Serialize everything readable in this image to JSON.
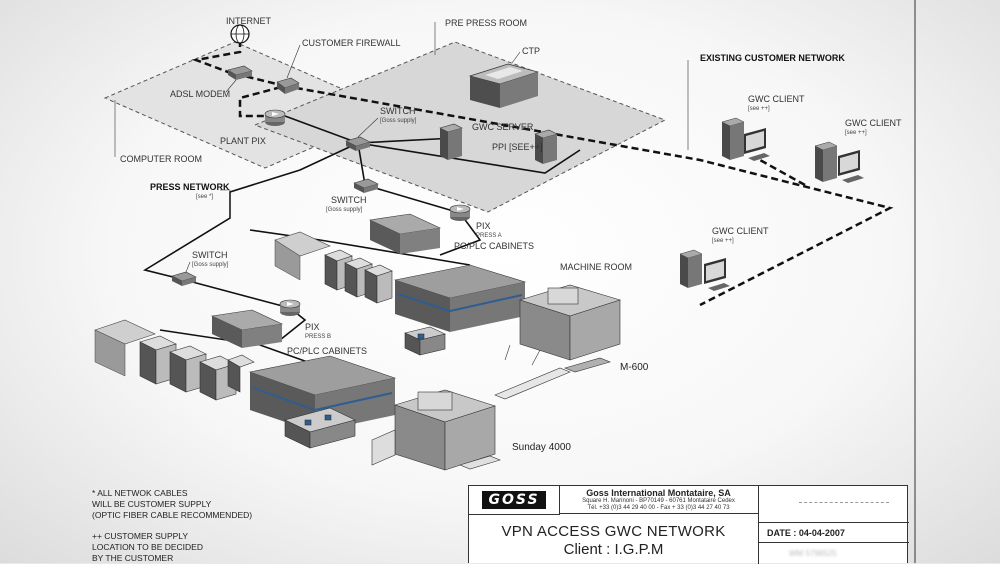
{
  "labels": {
    "internet": "INTERNET",
    "customer_firewall": "CUSTOMER FIREWALL",
    "pre_press_room": "PRE PRESS ROOM",
    "ctp": "CTP",
    "adsl_modem": "ADSL MODEM",
    "switch_top": "SWITCH",
    "switch_top_sub": "[Goss supply]",
    "plant_pix": "PLANT PIX",
    "gwc_server": "GWC SERVER",
    "ppi": "PPI [see++]",
    "computer_room": "COMPUTER ROOM",
    "existing_network": "EXISTING CUSTOMER NETWORK",
    "gwc_client_1": "GWC CLIENT",
    "gwc_client_1_sub": "[see ++]",
    "gwc_client_2": "GWC CLIENT",
    "gwc_client_2_sub": "[see ++]",
    "gwc_client_3": "GWC CLIENT",
    "gwc_client_3_sub": "[see ++]",
    "press_network": "PRESS NETWORK",
    "press_network_sub": "[see *]",
    "switch_mid": "SWITCH",
    "switch_mid_sub": "[Goss supply]",
    "pix_a": "PIX",
    "pix_a_sub": "PRESS A",
    "cabinets_a": "PC/PLC CABINETS",
    "machine_room": "MACHINE ROOM",
    "switch_low": "SWITCH",
    "switch_low_sub": "[Goss supply]",
    "pix_b": "PIX",
    "pix_b_sub": "PRESS B",
    "cabinets_b": "PC/PLC CABINETS",
    "m600": "M-600",
    "sunday": "Sunday 4000"
  },
  "notes": {
    "note1_line1": "* ALL NETWOK CABLES",
    "note1_line2": "WILL BE CUSTOMER SUPPLY",
    "note1_line3": "(OPTIC FIBER CABLE RECOMMENDED)",
    "note2_line1": "++ CUSTOMER SUPPLY",
    "note2_line2": "LOCATION TO BE DECIDED",
    "note2_line3": "BY THE CUSTOMER"
  },
  "title_block": {
    "logo": "GOSS",
    "company": "Goss International Montataire, SA",
    "address1": "Square H. Marinoni - BP70149 - 60761 Montataire Cedex",
    "address2": "Tél. +33 (0)3 44 29 40 00 - Fax + 33 (0)3 44 27 40 73",
    "title_line1": "VPN ACCESS GWC NETWORK",
    "title_line2": "Client : I.G.P.M",
    "date": "DATE : 04-04-2007",
    "reference": "WM 5796525"
  },
  "colors": {
    "line": "#1a1a1a",
    "room_fill": "#d9d9d9",
    "device": "#7d7d7d",
    "press_blue": "#2f5d8f"
  }
}
